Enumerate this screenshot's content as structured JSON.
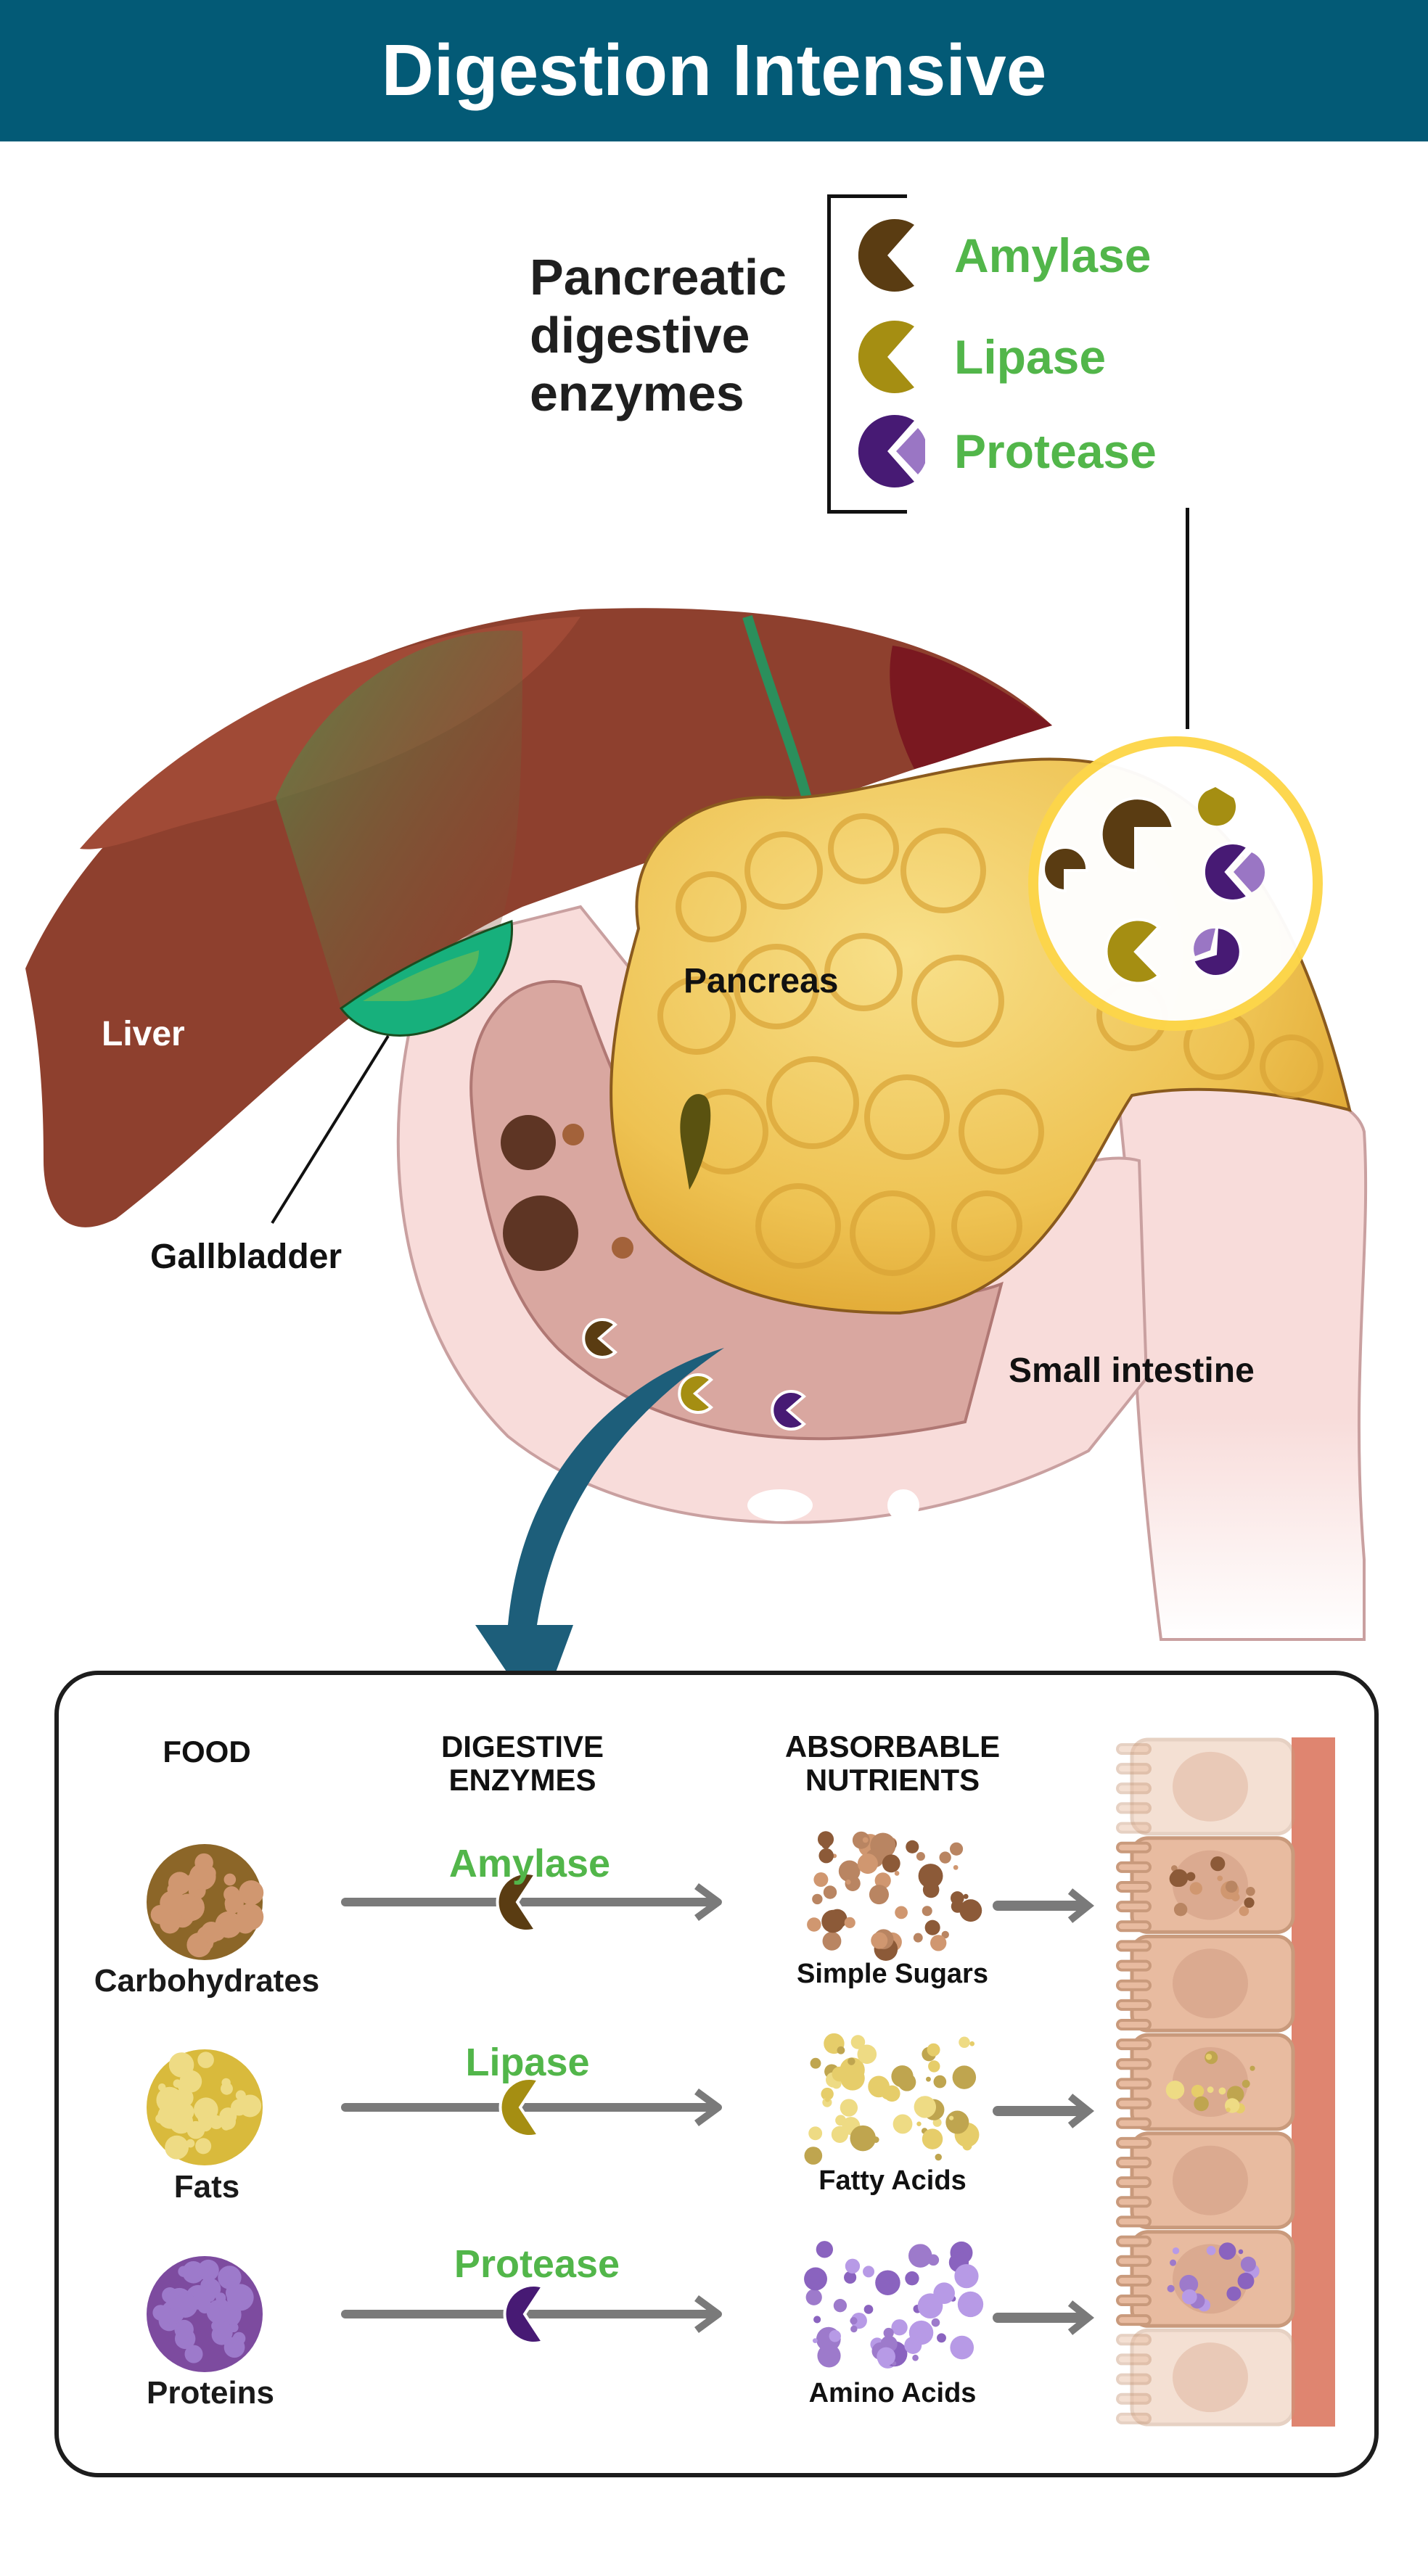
{
  "header": {
    "title": "Digestion Intensive",
    "background": "#035a76"
  },
  "legend": {
    "title_lines": [
      "Pancreatic",
      "digestive",
      "enzymes"
    ],
    "label_color": "#52b64a",
    "items": [
      {
        "label": "Amylase",
        "icon": "amylase-enzyme-icon",
        "color": "#5a3c12"
      },
      {
        "label": "Lipase",
        "icon": "lipase-enzyme-icon",
        "color": "#a58e12"
      },
      {
        "label": "Protease",
        "icon": "protease-enzyme-icon",
        "color": "#471a74",
        "accent": "#9a76c4"
      }
    ]
  },
  "anatomy": {
    "labels": {
      "liver": "Liver",
      "gallbladder": "Gallbladder",
      "pancreas": "Pancreas",
      "small_intestine": "Small intestine"
    },
    "colors": {
      "liver": "#8e402e",
      "gallbladder": "#17b07c",
      "pancreas": "#f0c95a",
      "intestine": "#f8dcda",
      "magnifier_ring": "#fdd64a",
      "flow_arrow": "#1d5e7a"
    }
  },
  "process": {
    "headers": {
      "food": "FOOD",
      "enzymes": [
        "DIGESTIVE",
        "ENZYMES"
      ],
      "nutrients": [
        "ABSORBABLE",
        "NUTRIENTS"
      ]
    },
    "rows": [
      {
        "food": "Carbohydrates",
        "food_color": "#8c6628",
        "food_dot": "#d09770",
        "enzyme": "Amylase",
        "enzyme_color": "#5a3c12",
        "nutrient": "Simple Sugars",
        "nutrient_colors": [
          "#d09770",
          "#8c5a38",
          "#b98562"
        ]
      },
      {
        "food": "Fats",
        "food_color": "#d9ba3c",
        "food_dot": "#eedb84",
        "enzyme": "Lipase",
        "enzyme_color": "#a58e12",
        "nutrient": "Fatty Acids",
        "nutrient_colors": [
          "#eedb84",
          "#bfa54f",
          "#e6cd6a"
        ]
      },
      {
        "food": "Proteins",
        "food_color": "#7d4b9f",
        "food_dot": "#9d7acb",
        "enzyme": "Protease",
        "enzyme_color": "#471a74",
        "nutrient": "Amino Acids",
        "nutrient_colors": [
          "#9d7acb",
          "#b79ae6",
          "#8a63bf"
        ]
      }
    ],
    "arrow_color": "#7a7a7a",
    "epithelium": {
      "cell_color": "#e8bba0",
      "nucleus_color": "#d9a88e",
      "border_color": "#c99a7c",
      "tissue_color": "#df8570"
    }
  }
}
